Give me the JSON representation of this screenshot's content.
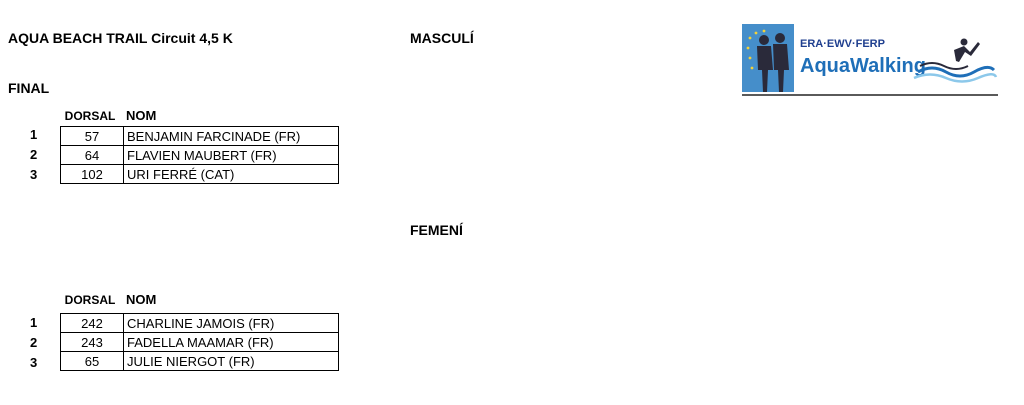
{
  "header": {
    "event_title": "AQUA BEACH TRAIL Circuit 4,5 K",
    "masculi": "MASCULÍ",
    "femeni": "FEMENÍ",
    "final": "FINAL"
  },
  "logo": {
    "org": "ERA·EWV·FERP",
    "name": "AquaWalking"
  },
  "columns": {
    "dorsal": "DORSAL",
    "nom": "NOM"
  },
  "masculi_results": [
    {
      "rank": "1",
      "dorsal": "57",
      "nom": "BENJAMIN FARCINADE (FR)"
    },
    {
      "rank": "2",
      "dorsal": "64",
      "nom": "FLAVIEN MAUBERT (FR)"
    },
    {
      "rank": "3",
      "dorsal": "102",
      "nom": "URI FERRÉ (CAT)"
    }
  ],
  "femeni_results": [
    {
      "rank": "1",
      "dorsal": "242",
      "nom": "CHARLINE JAMOIS (FR)"
    },
    {
      "rank": "2",
      "dorsal": "243",
      "nom": "FADELLA MAAMAR (FR)"
    },
    {
      "rank": "3",
      "dorsal": "65",
      "nom": "JULIE NIERGOT (FR)"
    }
  ],
  "colors": {
    "logo_blue": "#1f6fb8",
    "logo_light": "#8cc8ea",
    "logo_dark": "#2a2a3a"
  }
}
